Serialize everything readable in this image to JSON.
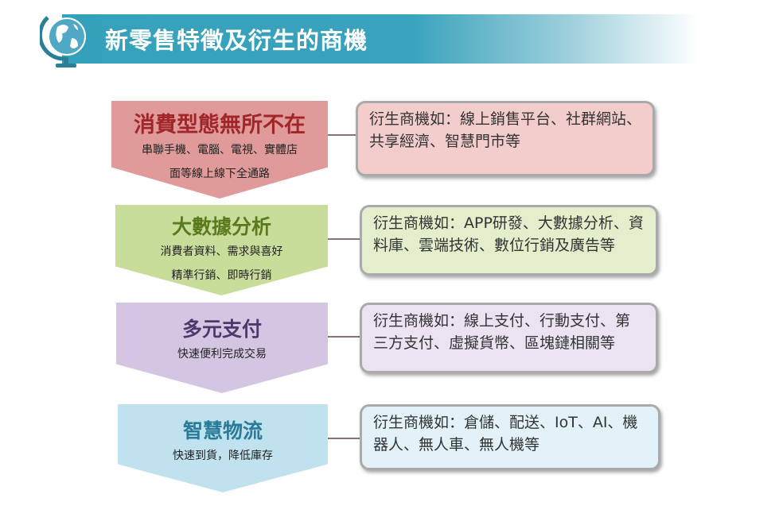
{
  "title": "新零售特徵及衍生的商機",
  "rows": [
    {
      "heading": "消費型態無所不在",
      "lines": [
        "串聯手機、電腦、電視、實體店",
        "面等線上線下全通路"
      ],
      "opportunities": "衍生商機如：線上銷售平台、社群網站、共享經濟、智慧門市等",
      "color": "#e09a9a",
      "box_color": "#f3cccc",
      "heading_color": "#a0262a"
    },
    {
      "heading": "大數據分析",
      "lines": [
        "消費者資料、需求與喜好",
        "精準行銷、即時行銷"
      ],
      "opportunities": "衍生商機如：APP研發、大數據分析、資料庫、雲端技術、數位行銷及廣告等",
      "color": "#c9dd9b",
      "box_color": "#e3efcc",
      "heading_color": "#5a7a1e"
    },
    {
      "heading": "多元支付",
      "lines": [
        "快速便利完成交易"
      ],
      "opportunities": "衍生商機如：線上支付、行動支付、第三方支付、虛擬貨幣、區塊鏈相關等",
      "color": "#d4c6e2",
      "box_color": "#ebe3f2",
      "heading_color": "#4a3a6a"
    },
    {
      "heading": "智慧物流",
      "lines": [
        "快速到貨，降低庫存"
      ],
      "opportunities": "衍生商機如：倉儲、配送、IoT、AI、機器人、無人車、無人機等",
      "color": "#bfe2ee",
      "box_color": "#e2f2f8",
      "heading_color": "#2a7a9a"
    }
  ]
}
